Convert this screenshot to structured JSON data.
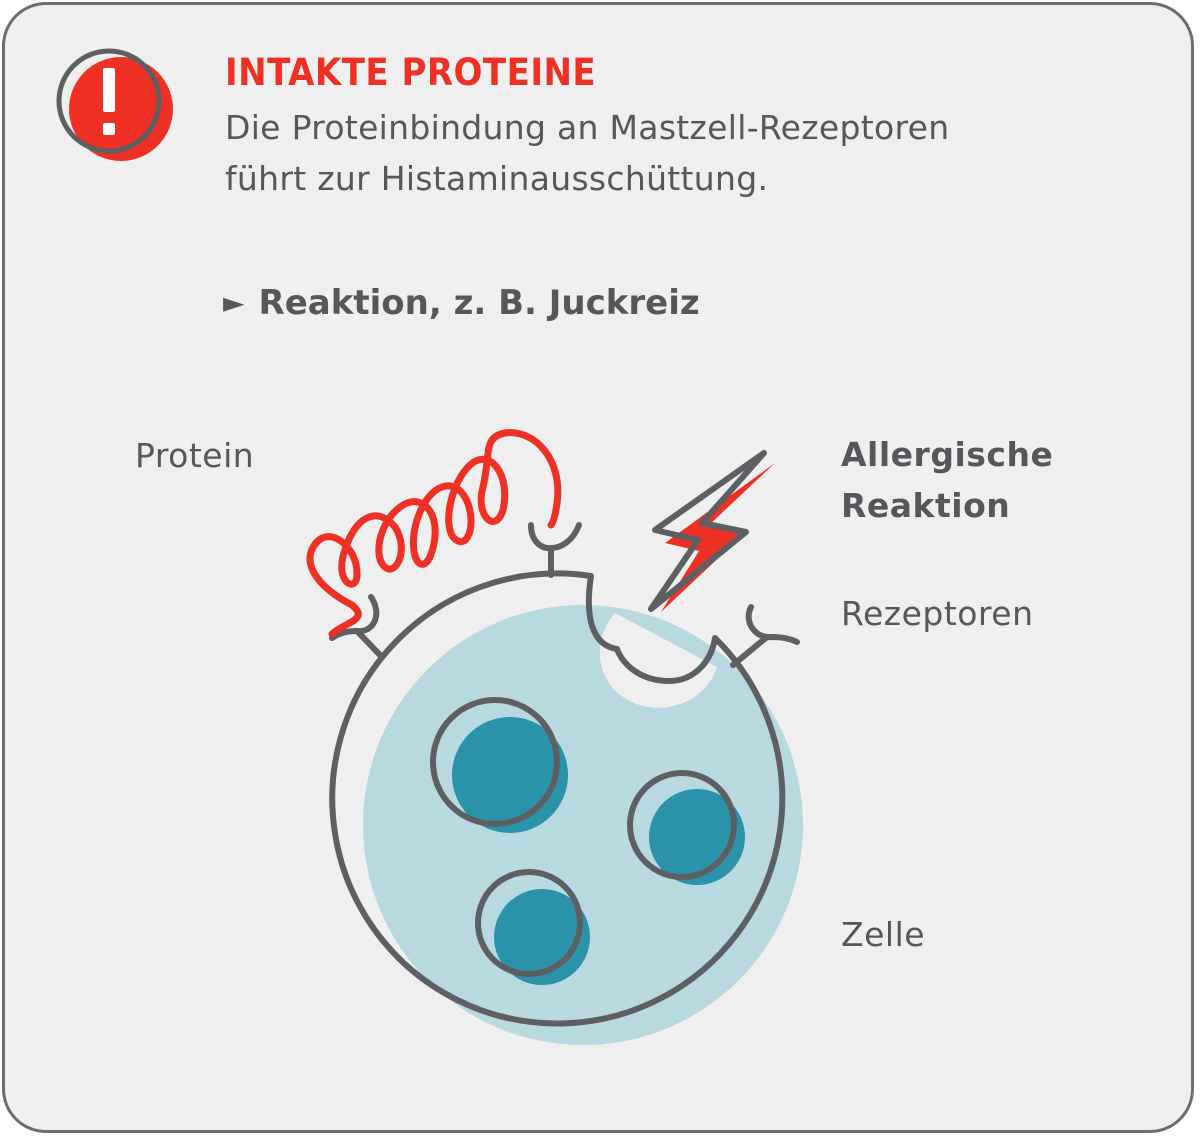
{
  "header": {
    "title": "INTAKTE PROTEINE",
    "description_line1": "Die Proteinbindung an Mastzell-Rezeptoren",
    "description_line2": "führt zur Histaminausschüttung."
  },
  "reaction": {
    "marker": "►",
    "text": "Reaktion, z. B. Juckreiz"
  },
  "labels": {
    "protein": "Protein",
    "allergic_line1": "Allergische",
    "allergic_line2": "Reaktion",
    "receptors": "Rezeptoren",
    "cell": "Zelle"
  },
  "icons": {
    "warning": "exclamation-circle-icon",
    "lightning": "lightning-bolt-icon"
  },
  "colors": {
    "accent_red": "#ee3124",
    "outline_gray": "#5d5f63",
    "text_gray": "#55575b",
    "cell_fill": "#b9d9e0",
    "granule_fill": "#2a93a9",
    "background": "#efefef"
  }
}
